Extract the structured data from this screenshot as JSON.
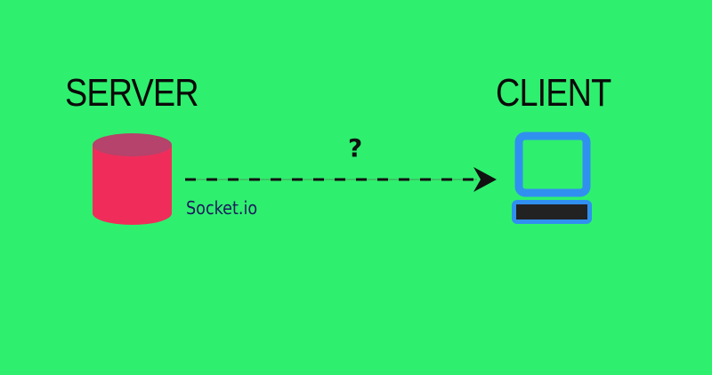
{
  "server": {
    "label": "SERVER",
    "icon": "database-icon",
    "body_color": "#f02d5a",
    "top_color": "#b5436b"
  },
  "client": {
    "label": "CLIENT",
    "icon": "computer-icon",
    "frame_color": "#3090f0",
    "keyboard_color": "#222222"
  },
  "connection": {
    "label": "Socket.io",
    "question": "?",
    "style": "dashed-arrow",
    "direction": "server-to-client"
  },
  "background_color": "#2ef06e"
}
